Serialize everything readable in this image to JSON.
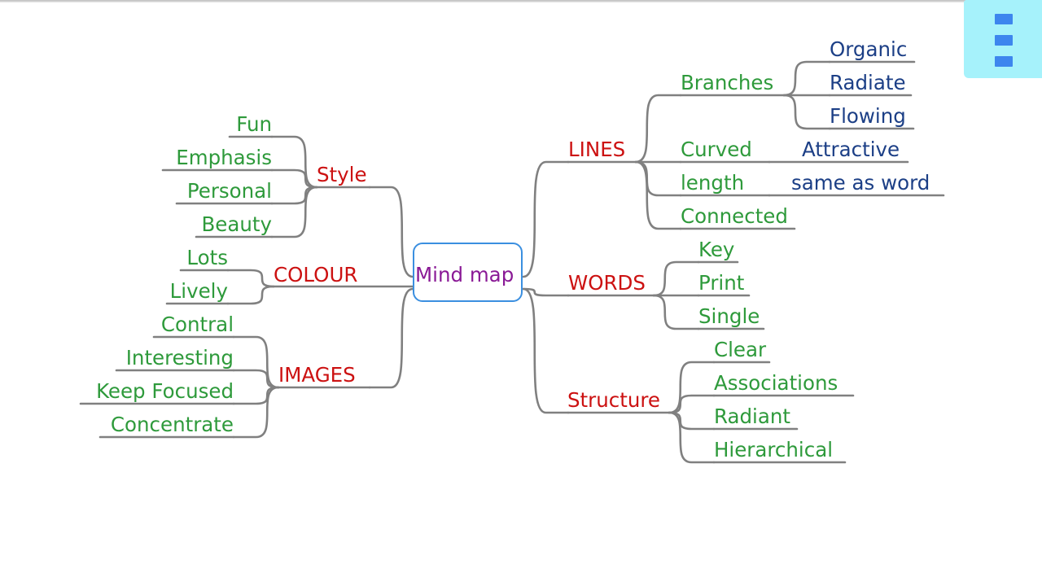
{
  "colors": {
    "branch": "#cc1111",
    "leaf": "#2e9a3b",
    "subleaf": "#1c3f86",
    "root": "#8a1a96",
    "line": "#808080",
    "root_border": "#3b8fe0",
    "menu_bg": "#a6f2fb",
    "menu_icon": "#3d86ee"
  },
  "menu": {
    "icon": "overflow-menu-icon"
  },
  "root": {
    "label": "Mind map"
  },
  "branches": {
    "style": {
      "label": "Style",
      "items": [
        "Fun",
        "Emphasis",
        "Personal",
        "Beauty"
      ]
    },
    "colour": {
      "label": "COLOUR",
      "items": [
        "Lots",
        "Lively"
      ]
    },
    "images": {
      "label": "IMAGES",
      "items": [
        "Contral",
        "Interesting",
        "Keep Focused",
        "Concentrate"
      ]
    },
    "lines": {
      "label": "LINES",
      "items": [
        {
          "label": "Branches",
          "children": [
            "Organic",
            "Radiate",
            "Flowing"
          ]
        },
        {
          "label": "Curved",
          "children": [
            "Attractive"
          ]
        },
        {
          "label": "length",
          "children": [
            "same as word"
          ]
        },
        {
          "label": "Connected",
          "children": []
        }
      ]
    },
    "words": {
      "label": "WORDS",
      "items": [
        "Key",
        "Print",
        "Single"
      ]
    },
    "structure": {
      "label": "Structure",
      "items": [
        "Clear",
        "Associations",
        "Radiant",
        "Hierarchical"
      ]
    }
  }
}
